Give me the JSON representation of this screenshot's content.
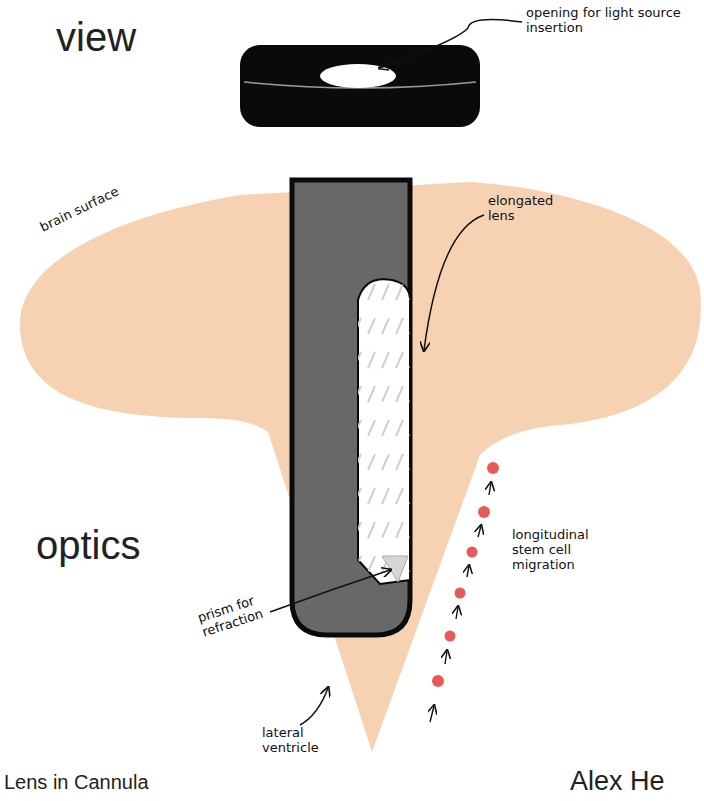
{
  "diagram": {
    "labels": [
      "view",
      "opening for light source insertion",
      "brain surface",
      "elongated lens",
      "optics",
      "prism for refraction",
      "longitudinal stem cell migration",
      "lateral ventricle",
      "Lens in Cannula",
      "Alex He"
    ]
  }
}
